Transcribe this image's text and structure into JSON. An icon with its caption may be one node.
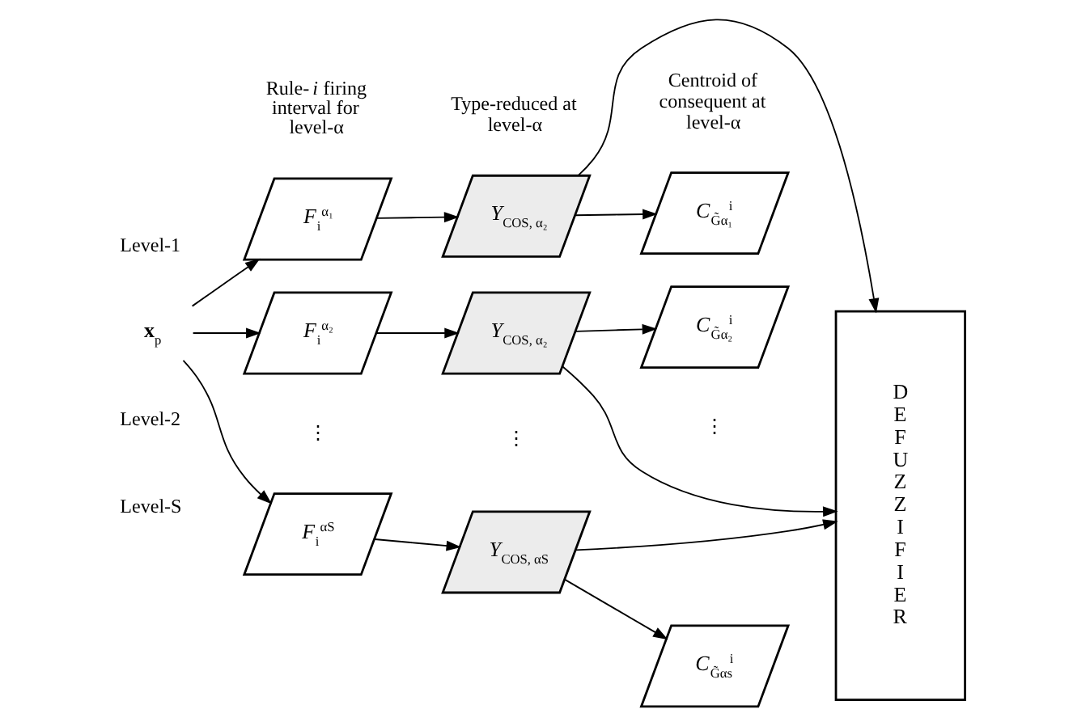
{
  "diagram": {
    "nodes": [
      {
        "text": [
          "*F*$_{i}$$^{α₁}$"
        ]
      },
      {
        "text": [
          "*Y*$_{COS, α₂}$"
        ]
      },
      {
        "text": [
          "*C*$_{G̃α₁}$$^{i}$"
        ]
      },
      {
        "text": [
          "**x⃗**$_{p}$"
        ]
      },
      {
        "text": [
          "*F*$_{i}$$^{α₂}$"
        ]
      },
      {
        "text": [
          "*Y*$_{COS, α₂}$"
        ]
      },
      {
        "text": [
          "*C*$_{G̃α₂}$$^{i}$"
        ]
      },
      {
        "text": [
          "*F*$_{i}$$^{αS}$"
        ]
      },
      {
        "text": [
          "*Y*$_{COS, αS}$"
        ]
      },
      {
        "text": [
          "*C*$_{G̃αs}$$^{i}$"
        ]
      },
      {
        "text": [
          "DEFUZZIFIER"
        ]
      }
    ],
    "edges": [
      {
        "from": 3,
        "to": 0,
        "arrow": "to"
      },
      {
        "from": 3,
        "to": 4,
        "arrow": "to"
      },
      {
        "from": 3,
        "to": 7,
        "arrow": "to"
      },
      {
        "from": 0,
        "to": 1,
        "arrow": "to"
      },
      {
        "from": 1,
        "to": 2,
        "arrow": "to"
      },
      {
        "from": 4,
        "to": 5,
        "arrow": "to"
      },
      {
        "from": 5,
        "to": 6,
        "arrow": "to"
      },
      {
        "from": 7,
        "to": 8,
        "arrow": "to"
      },
      {
        "from": 8,
        "to": 9,
        "arrow": "to"
      },
      {
        "from": 1,
        "to": 10,
        "arrow": "to"
      },
      {
        "from": 5,
        "to": 10,
        "arrow": "to"
      },
      {
        "from": 8,
        "to": 10,
        "arrow": "to"
      }
    ],
    "labels": [
      "Rule-*i* firing interval for level-α",
      "Type-reduced at level-α",
      "Centroid of consequent at level-α",
      "Level-1",
      "Level-2",
      "⋮",
      "⋮",
      "⋮",
      "Level-S"
    ]
  }
}
